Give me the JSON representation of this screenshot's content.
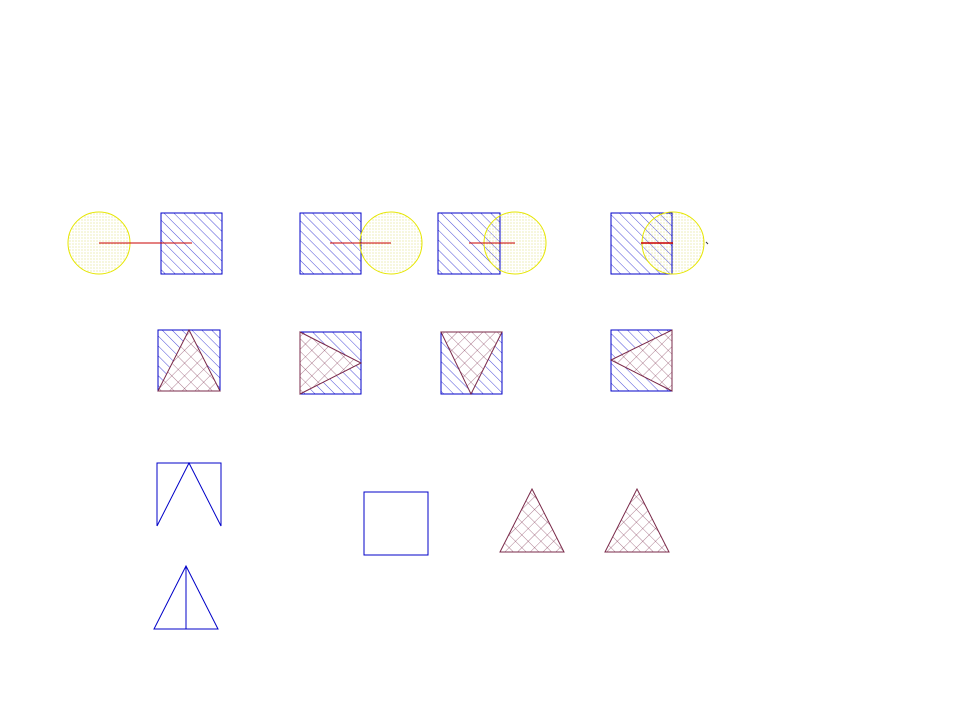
{
  "colors": {
    "square_stroke": "#0000c8",
    "square_hatch": "#0000c8",
    "circle_stroke": "#e6e600",
    "circle_dots": "#d8d860",
    "center_line": "#c80000",
    "triangle_stroke": "#7a2a4a",
    "triangle_hatch": "#7a2a4a",
    "outline_stroke": "#0000c8",
    "background": "#ffffff"
  },
  "legend": {
    "circle": "circle",
    "square": "square",
    "triangle": "triangle",
    "notch_square": "notch-square",
    "split_triangle": "split-triangle",
    "hatch_diagonal": "diagonal",
    "hatch_cross": "crosshatch",
    "dots": "dotted"
  }
}
